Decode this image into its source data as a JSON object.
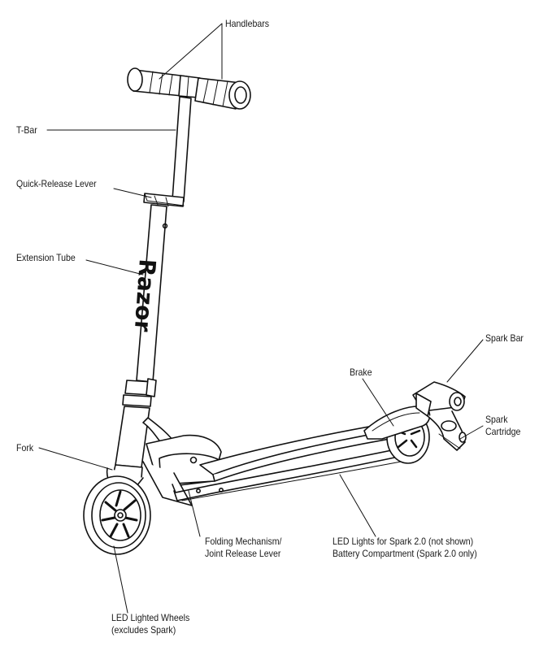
{
  "diagram": {
    "brand_logo": "Razor",
    "labels": {
      "handlebars": "Handlebars",
      "t_bar": "T-Bar",
      "quick_release": "Quick-Release Lever",
      "extension_tube": "Extension Tube",
      "fork": "Fork",
      "folding_line1": "Folding Mechanism/",
      "folding_line2": "Joint Release Lever",
      "led_wheels_line1": "LED Lighted Wheels",
      "led_wheels_line2": "(excludes Spark)",
      "led_lights_line1": "LED Lights for Spark 2.0 (not shown)",
      "led_lights_line2": "Battery Compartment (Spark 2.0 only)",
      "brake": "Brake",
      "spark_bar": "Spark Bar",
      "spark_cartridge_line1": "Spark",
      "spark_cartridge_line2": "Cartridge"
    }
  }
}
